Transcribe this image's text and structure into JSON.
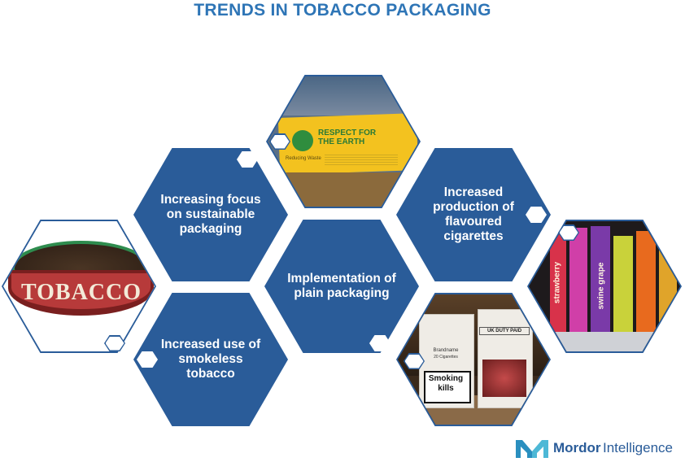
{
  "title": "TRENDS IN TOBACCO PACKAGING",
  "trends": [
    {
      "label": "Increasing focus on sustainable packaging"
    },
    {
      "label": "Implementation of plain packaging"
    },
    {
      "label": "Increased use of smokeless tobacco"
    },
    {
      "label": "Increased production of flavoured cigarettes"
    }
  ],
  "images": {
    "tin_label": "TOBACCO",
    "box_banner": "RESPECT FOR THE EARTH",
    "box_side": "Reducing Waste",
    "pack_left_brand": "Brandname",
    "pack_left_count": "20 Cigarettes",
    "pack_warning": "Smoking kills",
    "pack_right_header": "UK DUTY PAID",
    "wrap_flavours": [
      "strawberry",
      "swine grape"
    ]
  },
  "logo": {
    "brand": "Mordor",
    "suffix": "Intelligence"
  },
  "colors": {
    "title": "#2e75b6",
    "hex_fill": "#2a5c99",
    "logo": "#2a5c99"
  }
}
